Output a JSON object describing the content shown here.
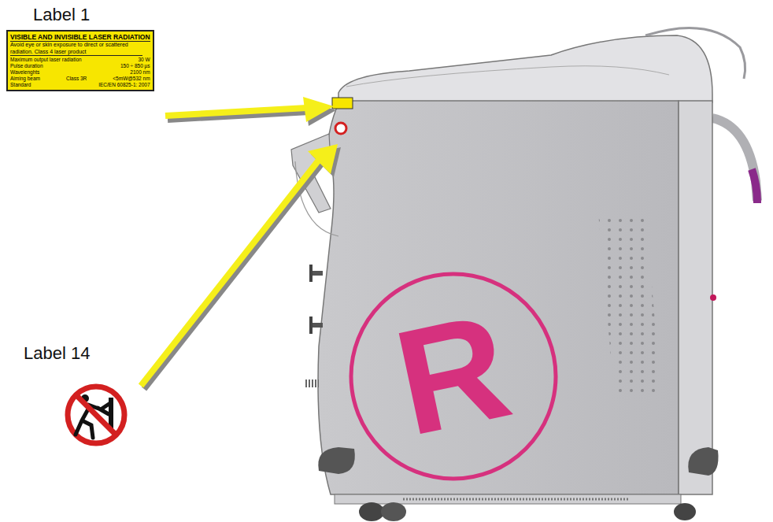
{
  "diagram": {
    "nodes": [
      {
        "text": [
          "Label 1",
          "VISIBLE AND INVISIBLE LASER RADIATION",
          "Avoid eye or skin exposure to direct or scattered radiation. Class 4 laser product",
          "Maximum output laser radiation",
          "30 W",
          "Pulse duration",
          "150 ÷ 850 µs",
          "Wavelenghts",
          "2100 nm",
          "Aiming beam",
          "Class 3R",
          "<5mW@532 nm",
          "Standard",
          "IEC/EN 60825-1: 2007"
        ]
      }
    ],
    "labels": [
      "Label 14",
      "R"
    ]
  }
}
